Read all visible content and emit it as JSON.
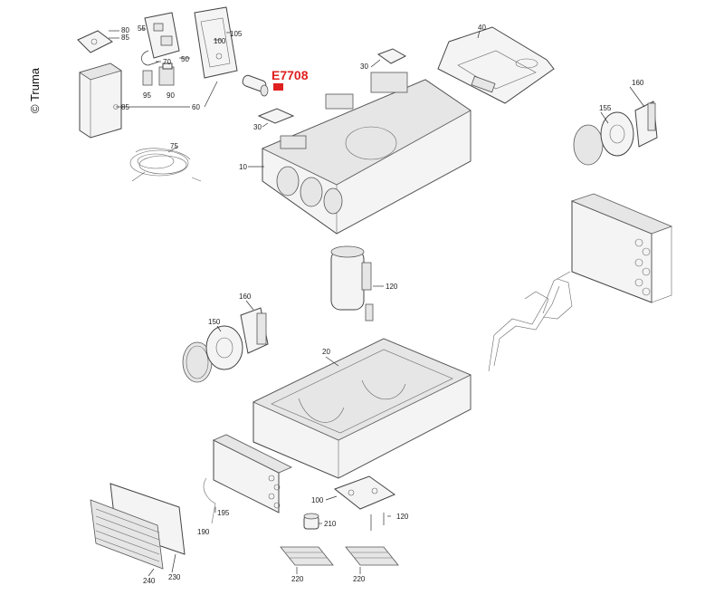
{
  "diagram": {
    "copyright": "© Truma",
    "highlight": {
      "label": "E7708",
      "color": "#e02020"
    },
    "labels": {
      "p80": "80",
      "p85a": "85",
      "p55": "55",
      "p105": "105",
      "p100a": "100",
      "p70": "70",
      "p50": "50",
      "p95": "95",
      "p90": "90",
      "p85b": "85",
      "p60": "60",
      "p30a": "30",
      "p30b": "30",
      "p40": "40",
      "p10": "10",
      "p75": "75",
      "p160a": "160",
      "p155": "155",
      "p120a": "120",
      "p160b": "160",
      "p150": "150",
      "p20": "20",
      "p195": "195",
      "p190": "190",
      "p100b": "100",
      "p210": "210",
      "p120b": "120",
      "p240": "240",
      "p230": "230",
      "p220a": "220",
      "p220b": "220"
    }
  }
}
